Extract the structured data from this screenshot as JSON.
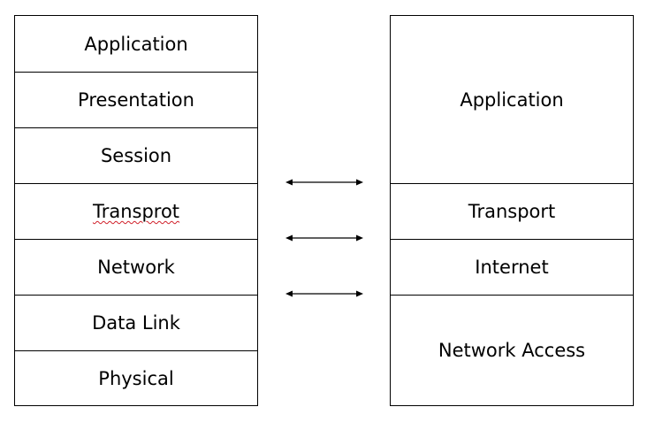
{
  "osi_layers": [
    {
      "label": "Application"
    },
    {
      "label": "Presentation"
    },
    {
      "label": "Session"
    },
    {
      "label": "Transprot"
    },
    {
      "label": "Network"
    },
    {
      "label": "Data Link"
    },
    {
      "label": "Physical"
    }
  ],
  "tcpip_layers": [
    {
      "label": "Application"
    },
    {
      "label": "Transport"
    },
    {
      "label": "Internet"
    },
    {
      "label": "Network Access"
    }
  ],
  "colors": {
    "line": "#000000",
    "spellcheck_underline": "#d0202a"
  }
}
